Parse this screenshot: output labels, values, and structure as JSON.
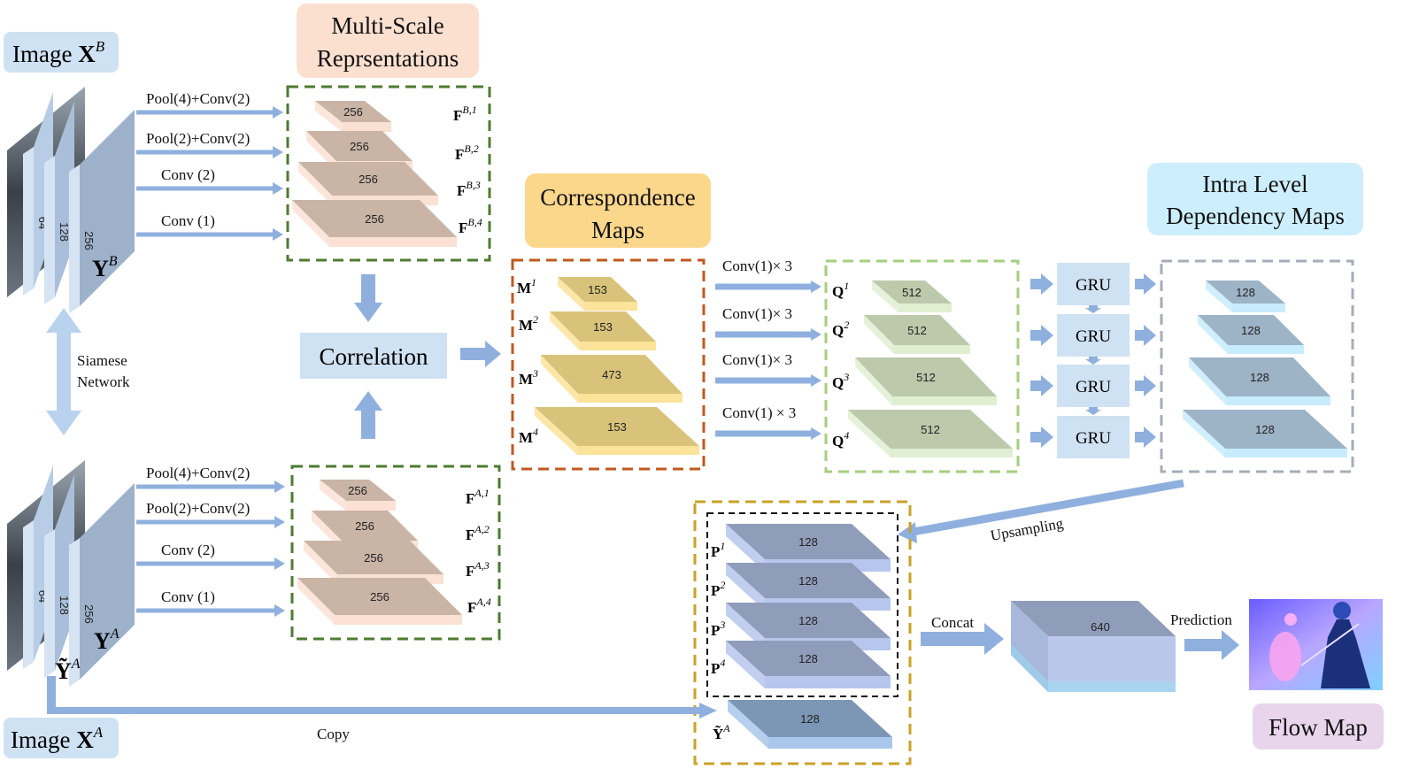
{
  "titles": {
    "image_b_prefix": "Image ",
    "image_b_var": "X",
    "image_b_sup": "B",
    "image_a_prefix": "Image ",
    "image_a_var": "X",
    "image_a_sup": "A",
    "multi_scale_line1": "Multi-Scale",
    "multi_scale_line2": "Reprsentations",
    "correspondence_line1": "Correspondence",
    "correspondence_line2": "Maps",
    "intra_line1": "Intra Level",
    "intra_line2": "Dependency Maps",
    "flow_map": "Flow Map",
    "correlation": "Correlation"
  },
  "siamese": {
    "line1": "Siamese",
    "line2": "Network"
  },
  "backbone": {
    "channels": [
      "64",
      "128",
      "256"
    ],
    "yb_var": "Y",
    "yb_sup": "B",
    "ya_var": "Y",
    "ya_sup": "A",
    "ytilde_var": "Ỹ",
    "ytilde_sup": "A"
  },
  "ops_b": [
    "Pool(4)+Conv(2)",
    "Pool(2)+Conv(2)",
    "Conv (2)",
    "Conv (1)"
  ],
  "ops_a": [
    "Pool(4)+Conv(2)",
    "Pool(2)+Conv(2)",
    "Conv (2)",
    "Conv (1)"
  ],
  "feat_b": {
    "values": [
      "256",
      "256",
      "256",
      "256"
    ],
    "var": "F",
    "sups": [
      "B,1",
      "B,2",
      "B,3",
      "B,4"
    ]
  },
  "feat_a": {
    "values": [
      "256",
      "256",
      "256",
      "256"
    ],
    "var": "F",
    "sups": [
      "A,1",
      "A,2",
      "A,3",
      "A,4"
    ]
  },
  "corr_maps": {
    "values": [
      "153",
      "153",
      "473",
      "153"
    ],
    "var": "M",
    "sups": [
      "1",
      "2",
      "3",
      "4"
    ]
  },
  "q_ops": [
    "Conv(1)× 3",
    "Conv(1)× 3",
    "Conv(1)× 3",
    "Conv(1) × 3"
  ],
  "q_maps": {
    "values": [
      "512",
      "512",
      "512",
      "512"
    ],
    "var": "Q",
    "sups": [
      "1",
      "2",
      "3",
      "4"
    ]
  },
  "gru": [
    "GRU",
    "GRU",
    "GRU",
    "GRU"
  ],
  "dep_maps": {
    "values": [
      "128",
      "128",
      "128",
      "128"
    ]
  },
  "upsampling": "Upsampling",
  "p_maps": {
    "values": [
      "128",
      "128",
      "128",
      "128"
    ],
    "var": "P",
    "sups": [
      "1",
      "2",
      "3",
      "4"
    ]
  },
  "ytilde_block": {
    "value": "128",
    "var": "Ỹ",
    "sup": "A"
  },
  "concat": "Concat",
  "concat_value": "640",
  "prediction": "Prediction",
  "copy": "Copy",
  "colors": {
    "label_box": "#cfe2f3",
    "multi_scale_box": "#fbe0d0",
    "correspondence_box": "#fbd78c",
    "intra_box": "#cdeefc",
    "flow_box": "#e8d5ec",
    "arrow": "#8fb0de",
    "feat_face": "#c9b4a6",
    "feat_edge": "#fbe1d3",
    "corr_face": "#d9c37a",
    "corr_edge": "#fbe39a",
    "q_face": "#bcc9ab",
    "q_edge": "#e0efd2",
    "dep_face": "#9db3c6",
    "dep_edge": "#c7ecfb",
    "p_face": "#8f9dba",
    "p_edge": "#b6c6ec",
    "green_dash": "#4e7b31",
    "orange_dash": "#c0591e",
    "light_green_dash": "#a5ce7e",
    "gray_dash": "#a5adb8",
    "gold_dash": "#c9a227"
  }
}
